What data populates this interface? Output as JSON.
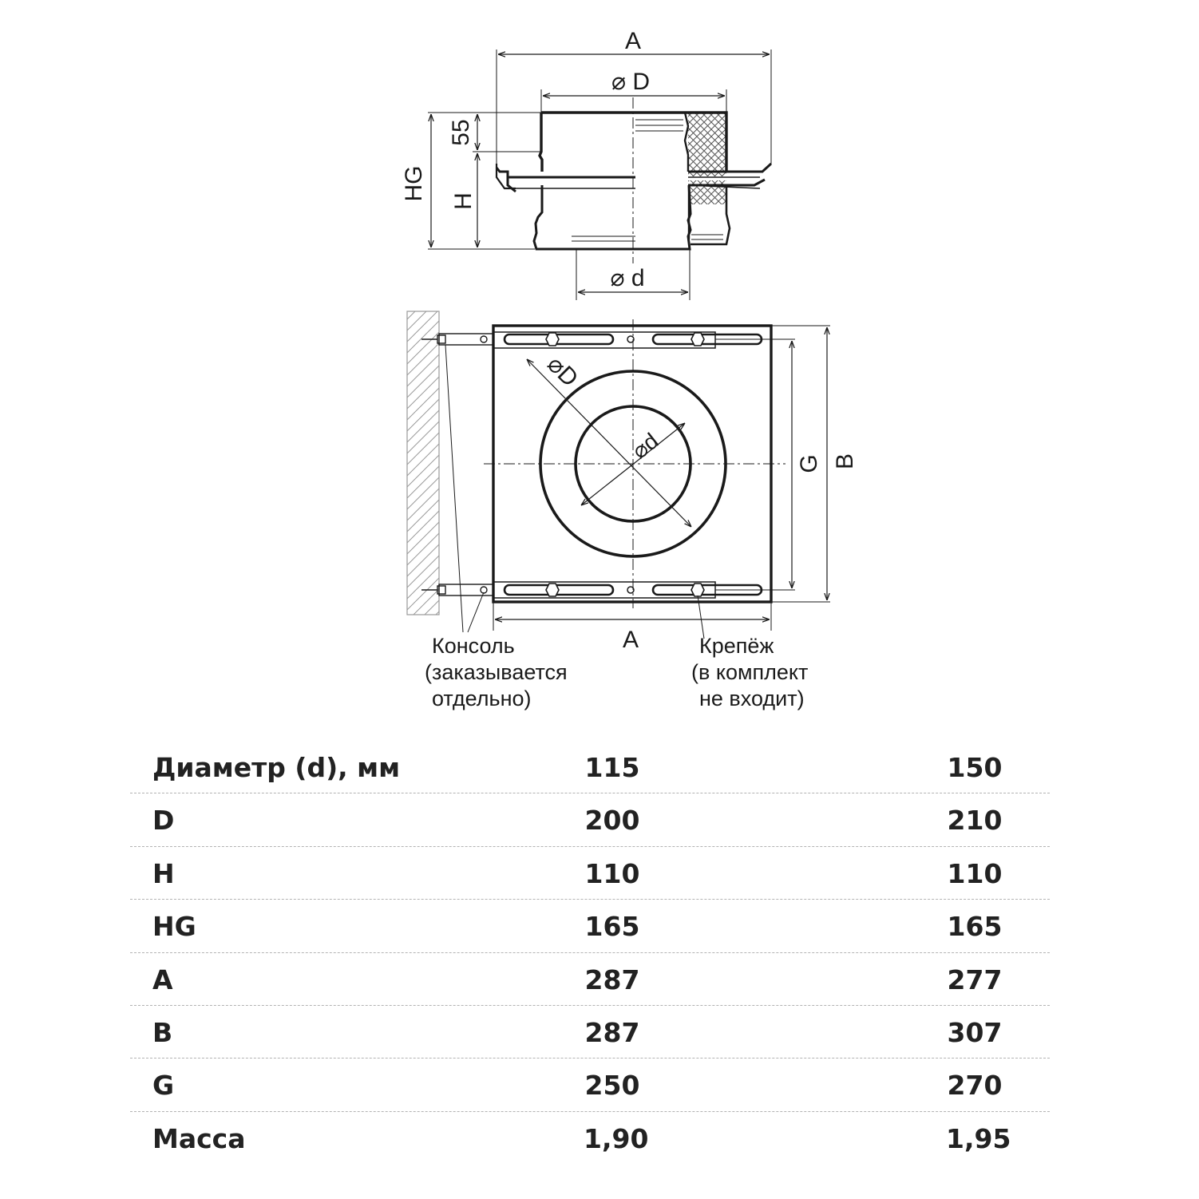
{
  "drawing": {
    "side_view": {
      "labels": {
        "width": "A",
        "outer_diameter": "⌀ D",
        "inner_diameter": "⌀ d",
        "collar": "55",
        "height": "H",
        "total_height": "HG"
      }
    },
    "top_view": {
      "labels": {
        "outer_diameter": "⌀D",
        "inner_diameter": "⌀d",
        "width": "A",
        "mount_spacing": "G",
        "depth": "B"
      },
      "callouts": {
        "console": [
          "Консоль",
          "(заказывается",
          "отдельно)"
        ],
        "fastener": [
          "Крепёж",
          "(в комплект",
          "не входит)"
        ]
      }
    },
    "colors": {
      "line": "#1a1a1a",
      "insulation": "#555555",
      "wall_hatch": "#9a9a9a"
    }
  },
  "spec_table": {
    "rows": [
      {
        "label": "Диаметр (d), мм",
        "v1": "115",
        "v2": "150"
      },
      {
        "label": "D",
        "v1": "200",
        "v2": "210"
      },
      {
        "label": "H",
        "v1": "110",
        "v2": "110"
      },
      {
        "label": "HG",
        "v1": "165",
        "v2": "165"
      },
      {
        "label": "A",
        "v1": "287",
        "v2": "277"
      },
      {
        "label": "B",
        "v1": "287",
        "v2": "307"
      },
      {
        "label": "G",
        "v1": "250",
        "v2": "270"
      },
      {
        "label": "Масса",
        "v1": "1,90",
        "v2": "1,95"
      }
    ]
  }
}
